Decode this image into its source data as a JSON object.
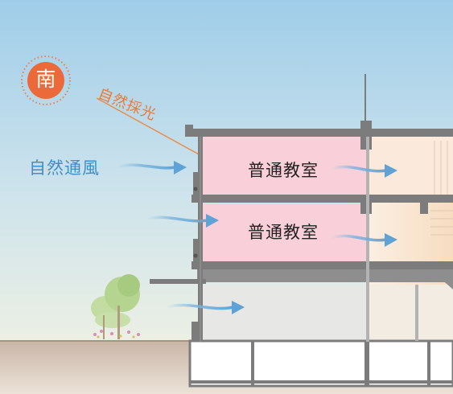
{
  "diagram": {
    "orientation_label": "南",
    "wind_label": "自然通風",
    "light_label": "自然採光",
    "rooms": [
      {
        "label": "普通教室"
      },
      {
        "label": "普通教室"
      }
    ]
  },
  "colors": {
    "sky_top": "#9fcde9",
    "sky_bottom": "#e9efe6",
    "sun": "#ec6a3a",
    "wind": "#3f8fc9",
    "light": "#ec7a34",
    "classroom": "#f9d0da",
    "structure": "#7c7c7c",
    "ground": "#cbb9ac"
  },
  "icons": {
    "sun": "sun-icon",
    "wind": "wind-arrow-icon",
    "tree": "tree-icon"
  }
}
